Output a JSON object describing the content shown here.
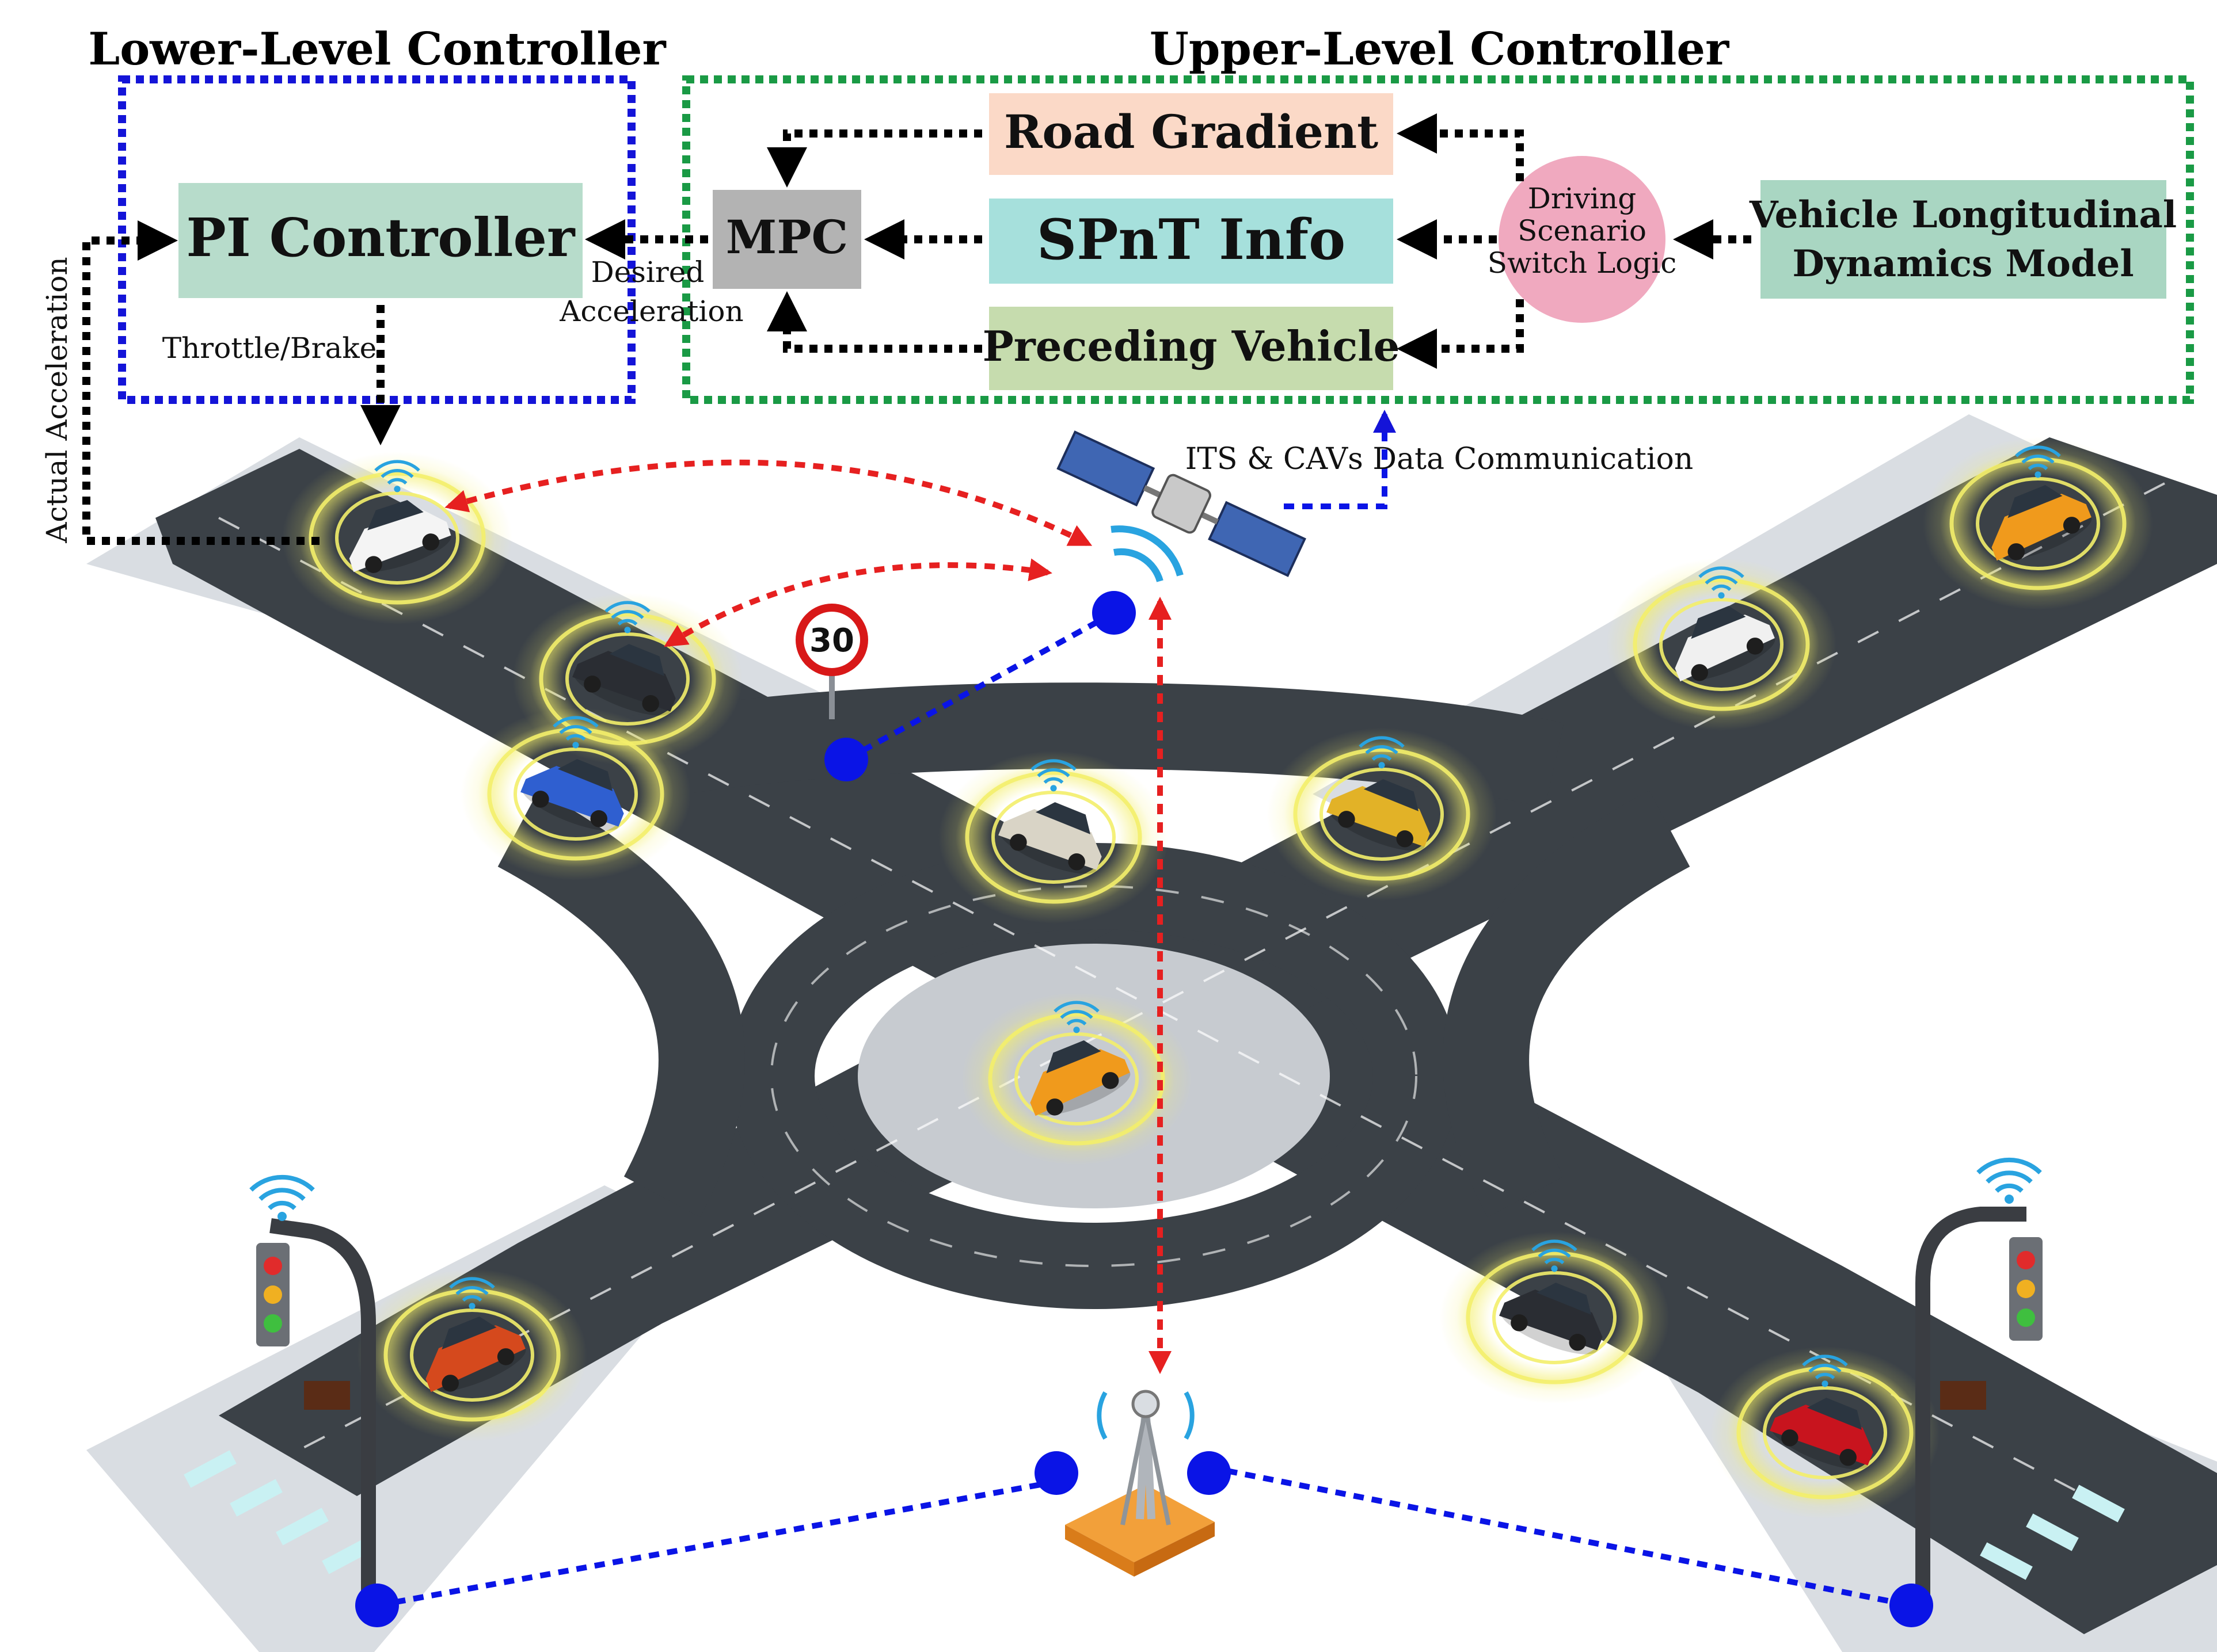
{
  "diagram": {
    "lower_controller": {
      "title": "Lower-Level Controller",
      "box_color": "#1414d8",
      "pi_label": "PI Controller",
      "actual_accel_label": "Actual Acceleration",
      "throttle_label": "Throttle/Brake",
      "desired_accel_line1": "Desired",
      "desired_accel_line2": "Acceleration"
    },
    "upper_controller": {
      "title": "Upper-Level Controller",
      "box_color": "#1a9a45",
      "mpc_label": "MPC",
      "road_gradient_label": "Road Gradient",
      "spnt_label": "SPnT Info",
      "preceding_label": "Preceding Vehicle",
      "switch_line1": "Driving",
      "switch_line2": "Scenario",
      "switch_line3": "Switch Logic",
      "model_line1": "Vehicle Longitudinal",
      "model_line2": "Dynamics Model"
    },
    "comm_label": "ITS & CAVs Data Communication",
    "speed_sign": "30",
    "colors": {
      "pi_box": "#b7dccb",
      "mpc_box": "#b3b3b3",
      "road_gradient_box": "#fbd9c7",
      "spnt_box": "#a6e0dc",
      "preceding_box": "#c6dcae",
      "switch_circle": "#f0a9bf",
      "model_box": "#a9d6c2",
      "road": "#3b4147",
      "node": "#0a14e6",
      "v2x_arrow": "#e62020",
      "halo": "#f3ee6a"
    },
    "icons": [
      "satellite-icon",
      "cell-tower-icon",
      "traffic-light-icon",
      "speed-limit-sign-icon",
      "car-icon",
      "wifi-icon"
    ]
  }
}
